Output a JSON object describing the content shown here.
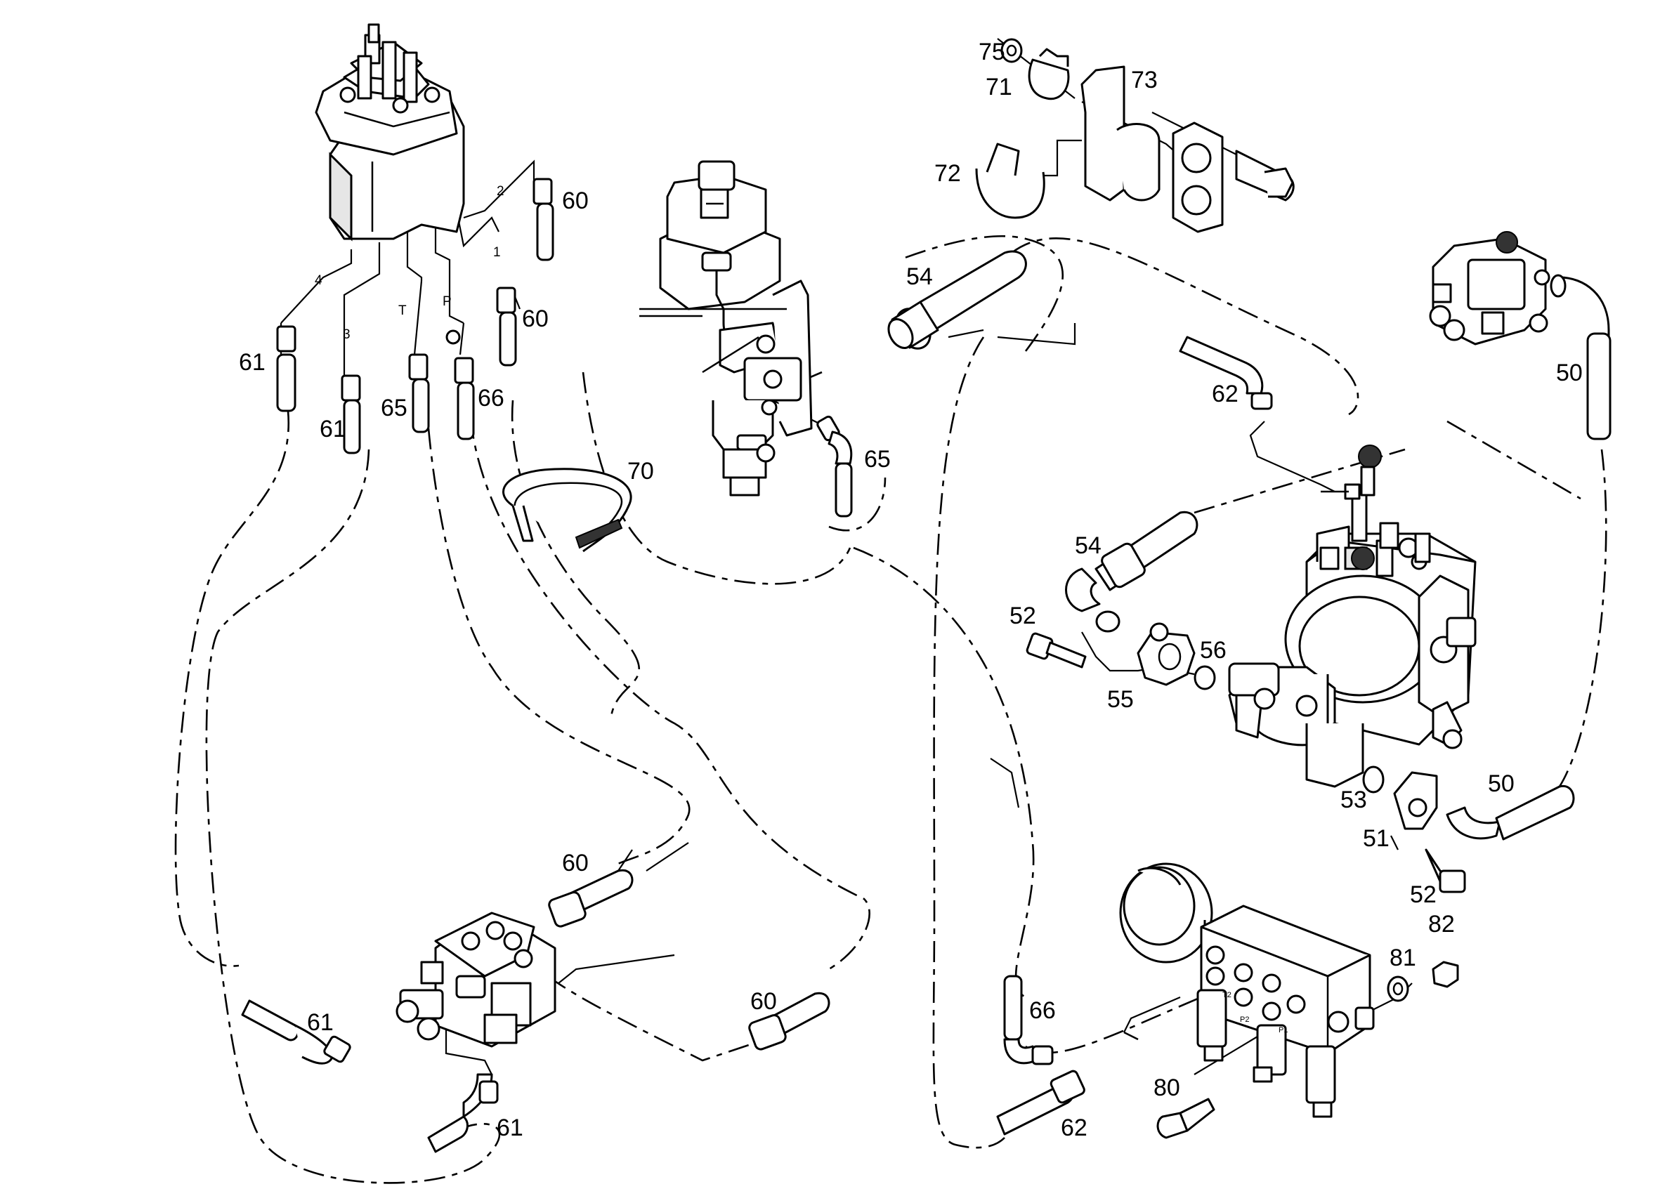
{
  "callouts": {
    "c50a": "50",
    "c50b": "50",
    "c51": "51",
    "c52a": "52",
    "c52b": "52",
    "c53": "53",
    "c54a": "54",
    "c54b": "54",
    "c55": "55",
    "c56": "56",
    "c60a": "60",
    "c60b": "60",
    "c60c": "60",
    "c60d": "60",
    "c61a": "61",
    "c61b": "61",
    "c61c": "61",
    "c61d": "61",
    "c62a": "62",
    "c62b": "62",
    "c65a": "65",
    "c65b": "65",
    "c66a": "66",
    "c66b": "66",
    "c70": "70",
    "c71": "71",
    "c72": "72",
    "c73": "73",
    "c75": "75",
    "c80": "80",
    "c81": "81",
    "c82": "82"
  },
  "port_labels": {
    "p4": "4",
    "p3": "3",
    "pT": "T",
    "pP": "P",
    "p1": "1",
    "p2": "2"
  },
  "block_labels": {
    "t2": "T2",
    "p2": "P2",
    "p1": "P1"
  },
  "colors": {
    "line": "#000000",
    "background": "#ffffff",
    "shade": "#e6e6e6"
  },
  "icons": [
    "steering-unit",
    "electro-valve",
    "hydraulic-pump",
    "control-valve",
    "accumulator-block",
    "hose",
    "clamp",
    "bracket"
  ]
}
